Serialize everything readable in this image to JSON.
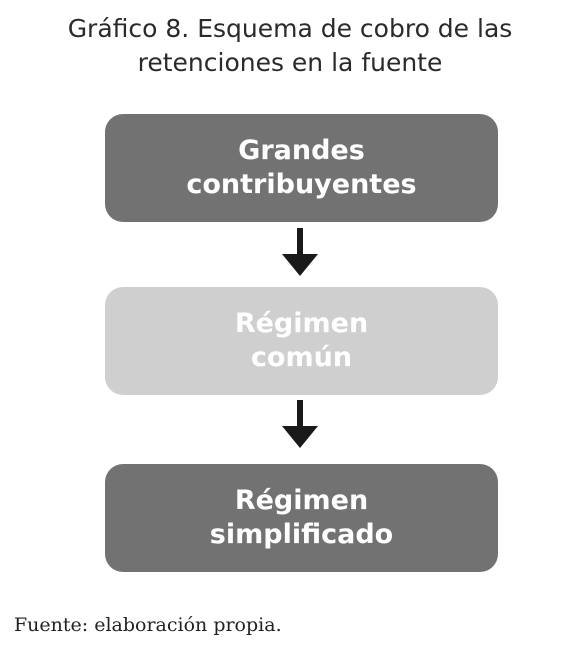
{
  "title": {
    "line1": "Gráfico 8. Esquema de cobro de las",
    "line2": "retenciones en la fuente"
  },
  "boxes": [
    {
      "line1": "Grandes",
      "line2": "contribuyentes",
      "color": "#727272"
    },
    {
      "line1": "Régimen",
      "line2": "común",
      "color": "#cfcfcf"
    },
    {
      "line1": "Régimen",
      "line2": "simplificado",
      "color": "#727272"
    }
  ],
  "source": "Fuente: elaboración propia."
}
